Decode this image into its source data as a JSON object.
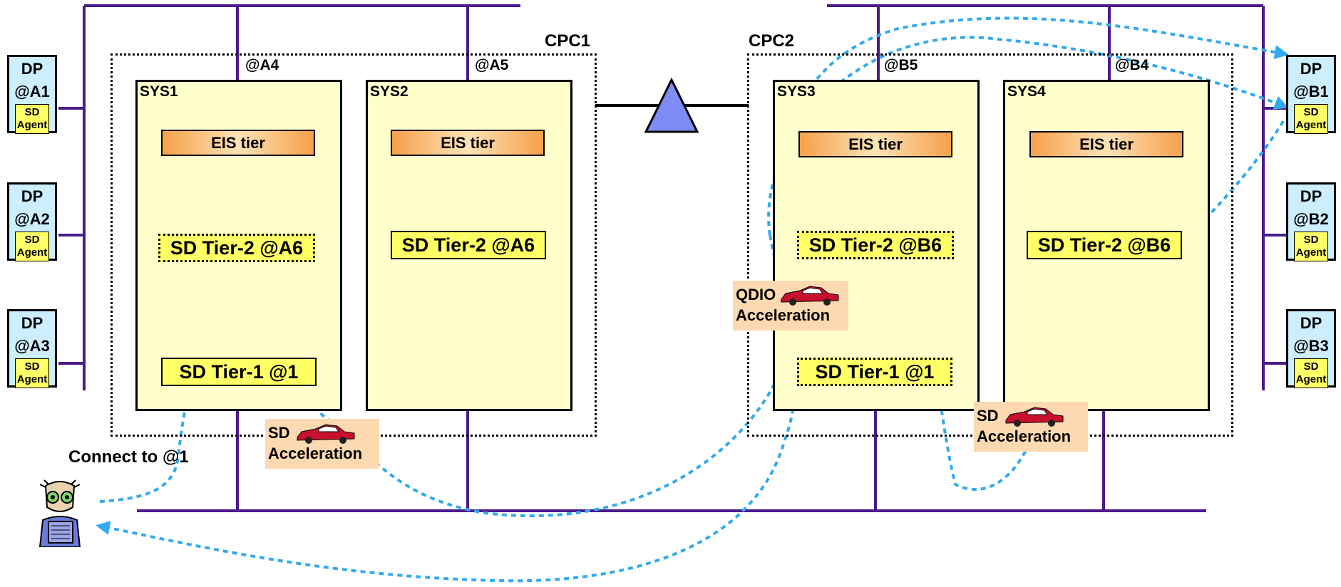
{
  "diagram": {
    "cpcs": [
      {
        "id": "cpc1",
        "label": "CPC1"
      },
      {
        "id": "cpc2",
        "label": "CPC2"
      }
    ],
    "systems": [
      {
        "id": "sys1",
        "label": "SYS1",
        "address": "@A4",
        "eis": "EIS tier",
        "tier2": "SD Tier-2 @A6",
        "tier2_style": "dotted",
        "tier1": "SD Tier-1 @1",
        "tier1_style": "solid"
      },
      {
        "id": "sys2",
        "label": "SYS2",
        "address": "@A5",
        "eis": "EIS tier",
        "tier2": "SD Tier-2 @A6",
        "tier2_style": "solid"
      },
      {
        "id": "sys3",
        "label": "SYS3",
        "address": "@B5",
        "eis": "EIS tier",
        "tier2": "SD Tier-2 @B6",
        "tier2_style": "dotted",
        "tier1": "SD Tier-1 @1",
        "tier1_style": "dotted"
      },
      {
        "id": "sys4",
        "label": "SYS4",
        "address": "@B4",
        "eis": "EIS tier",
        "tier2": "SD Tier-2 @B6",
        "tier2_style": "solid"
      }
    ],
    "dp_left": [
      {
        "line1": "DP",
        "line2": "@A1",
        "agent1": "SD",
        "agent2": "Agent"
      },
      {
        "line1": "DP",
        "line2": "@A2",
        "agent1": "SD",
        "agent2": "Agent"
      },
      {
        "line1": "DP",
        "line2": "@A3",
        "agent1": "SD",
        "agent2": "Agent"
      }
    ],
    "dp_right": [
      {
        "line1": "DP",
        "line2": "@B1",
        "agent1": "SD",
        "agent2": "Agent"
      },
      {
        "line1": "DP",
        "line2": "@B2",
        "agent1": "SD",
        "agent2": "Agent"
      },
      {
        "line1": "DP",
        "line2": "@B3",
        "agent1": "SD",
        "agent2": "Agent"
      }
    ],
    "accelerations": [
      {
        "id": "sd-accel-left",
        "line1": "SD",
        "line2": "Acceleration"
      },
      {
        "id": "qdio-accel",
        "line1": "QDIO",
        "line2": "Acceleration"
      },
      {
        "id": "sd-accel-right",
        "line1": "SD",
        "line2": "Acceleration"
      }
    ],
    "connect_label": "Connect to @1",
    "icons": {
      "router": "triangle-router-icon",
      "user": "user-at-terminal-icon",
      "car": "red-sports-car-icon"
    },
    "colors": {
      "network_line": "#4b1a8c",
      "flow_arrow": "#33aaee",
      "router": "#7f8cf5",
      "system_fill": "#ffffcc",
      "dp_fill": "#cceeff",
      "tier_fill": "#ffff66",
      "accel_fill": "#fcd9b0"
    }
  }
}
